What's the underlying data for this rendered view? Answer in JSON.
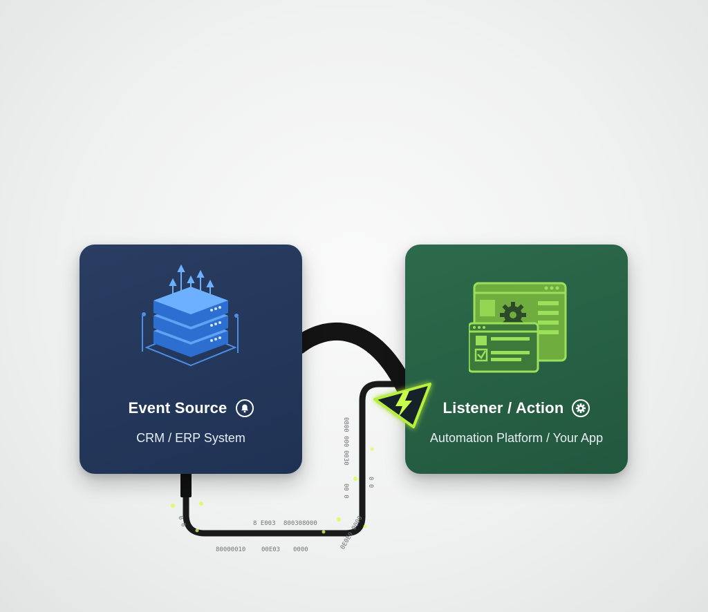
{
  "source": {
    "title": "Event Source",
    "subtitle": "CRM / ERP System",
    "icon": "server-stack-icon",
    "badge_icon": "bell-icon",
    "color": "#23375a"
  },
  "listener": {
    "title": "Listener / Action",
    "subtitle": "Automation Platform / Your App",
    "icon": "app-window-gear-icon",
    "badge_icon": "gear-icon",
    "color": "#265f44"
  },
  "connector": {
    "icon": "lightning-bolt-icon",
    "accent": "#b6f03c",
    "binary_fragments": [
      "8 E003",
      "800308000",
      "80000010",
      "00E03",
      "0000",
      "0800 000",
      "0030",
      "00 0",
      "0 0",
      "0 0",
      "0E0E0 0000"
    ]
  }
}
